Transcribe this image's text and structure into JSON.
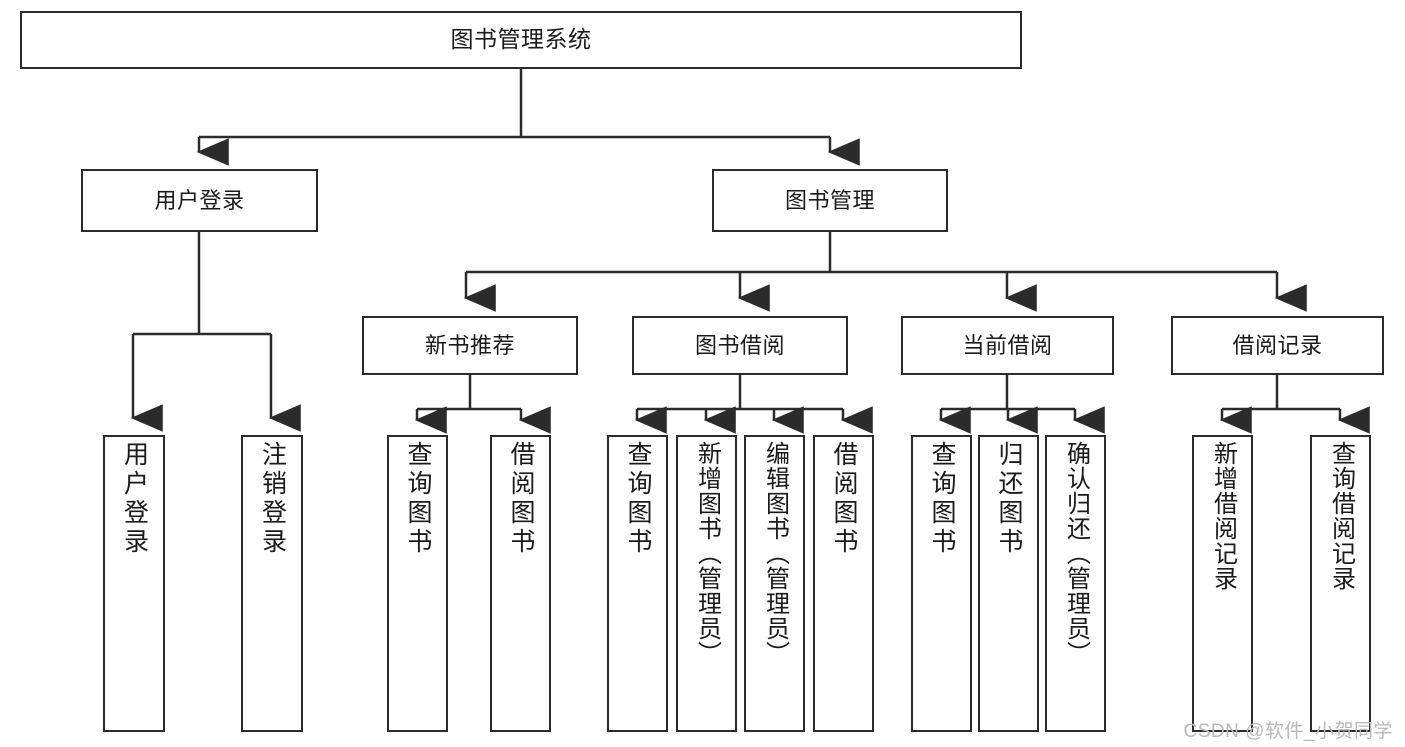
{
  "diagram": {
    "title": "图书管理系统",
    "type": "hierarchy-tree",
    "watermark": "CSDN @软件_小贺同学",
    "colors": {
      "stroke": "#2b2b2b",
      "fill": "#ffffff",
      "text": "#1a1a1a",
      "watermark": "#b9b9b9"
    },
    "levels": [
      {
        "level": 0,
        "nodes": [
          {
            "id": "root",
            "label": "图书管理系统",
            "orientation": "horizontal"
          }
        ]
      },
      {
        "level": 1,
        "nodes": [
          {
            "id": "login",
            "label": "用户登录",
            "orientation": "horizontal",
            "parent": "root"
          },
          {
            "id": "bookmgmt",
            "label": "图书管理",
            "orientation": "horizontal",
            "parent": "root"
          }
        ]
      },
      {
        "level": 2,
        "nodes": [
          {
            "id": "newbook",
            "label": "新书推荐",
            "orientation": "horizontal",
            "parent": "bookmgmt"
          },
          {
            "id": "borrow",
            "label": "图书借阅",
            "orientation": "horizontal",
            "parent": "bookmgmt"
          },
          {
            "id": "current",
            "label": "当前借阅",
            "orientation": "horizontal",
            "parent": "bookmgmt"
          },
          {
            "id": "records",
            "label": "借阅记录",
            "orientation": "horizontal",
            "parent": "bookmgmt"
          }
        ]
      },
      {
        "level": 3,
        "nodes": [
          {
            "id": "leaf1",
            "label": "用户登录",
            "orientation": "vertical",
            "parent": "login"
          },
          {
            "id": "leaf2",
            "label": "注销登录",
            "orientation": "vertical",
            "parent": "login"
          },
          {
            "id": "leaf3",
            "label": "查询图书",
            "orientation": "vertical",
            "parent": "newbook"
          },
          {
            "id": "leaf4",
            "label": "借阅图书",
            "orientation": "vertical",
            "parent": "newbook"
          },
          {
            "id": "leaf5",
            "label": "查询图书",
            "orientation": "vertical",
            "parent": "borrow"
          },
          {
            "id": "leaf6",
            "label": "新增图书（管理员）",
            "orientation": "vertical",
            "parent": "borrow"
          },
          {
            "id": "leaf7",
            "label": "编辑图书（管理员）",
            "orientation": "vertical",
            "parent": "borrow"
          },
          {
            "id": "leaf8",
            "label": "借阅图书",
            "orientation": "vertical",
            "parent": "borrow"
          },
          {
            "id": "leaf9",
            "label": "查询图书",
            "orientation": "vertical",
            "parent": "current"
          },
          {
            "id": "leaf10",
            "label": "归还图书",
            "orientation": "vertical",
            "parent": "current"
          },
          {
            "id": "leaf11",
            "label": "确认归还（管理员）",
            "orientation": "vertical",
            "parent": "current"
          },
          {
            "id": "leaf12",
            "label": "新增借阅记录",
            "orientation": "vertical",
            "parent": "records"
          },
          {
            "id": "leaf13",
            "label": "查询借阅记录",
            "orientation": "vertical",
            "parent": "records"
          }
        ]
      }
    ]
  }
}
